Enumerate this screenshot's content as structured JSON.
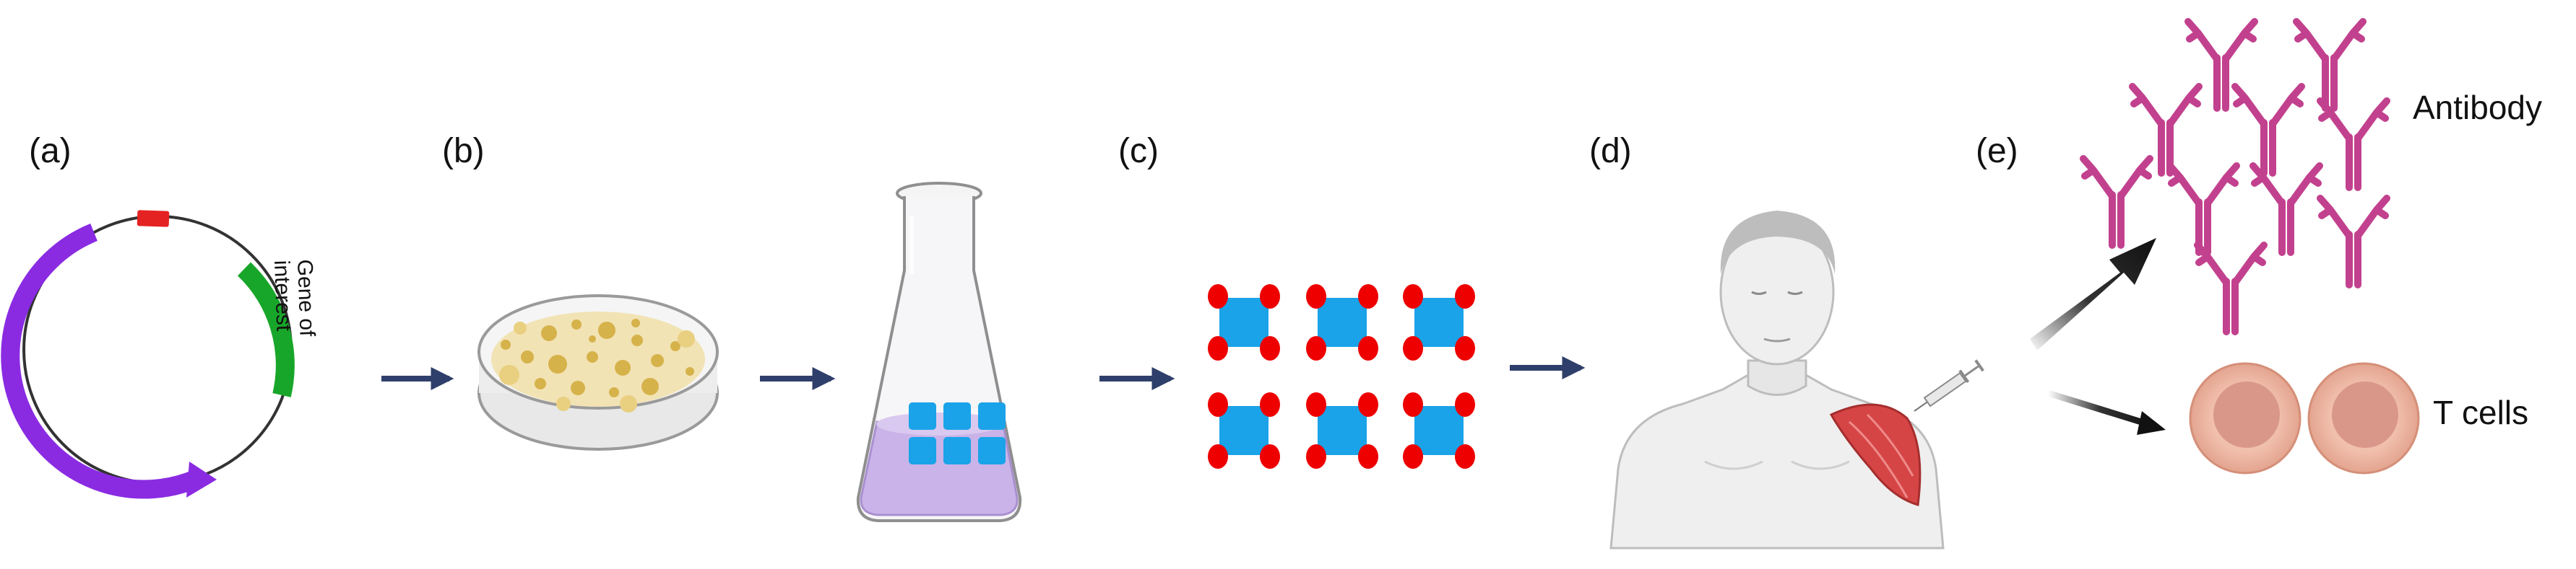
{
  "panels": [
    {
      "id": "a",
      "label": "(a)"
    },
    {
      "id": "b",
      "label": "(b)"
    },
    {
      "id": "c",
      "label": "(c)"
    },
    {
      "id": "d",
      "label": "(d)"
    },
    {
      "id": "e",
      "label": "(e)"
    }
  ],
  "plasmid": {
    "gene_label_line1": "Gene of",
    "gene_label_line2": "interest"
  },
  "outputs": {
    "antibody_label": "Antibody",
    "tcells_label": "T cells"
  },
  "colors": {
    "arrow": "#2f3f6b",
    "plasmid_backbone": "#8a2be2",
    "gene": "#18a62a",
    "promoter": "#e52222",
    "antigen_core": "#1aa3e8",
    "antigen_sites": "#ee0000",
    "antibody": "#c2418e",
    "tcell_outer": "#efb7a3",
    "tcell_inner": "#d9978a",
    "medium": "#c9b3e8",
    "muscle": "#d64545",
    "skin": "#efefef",
    "hair": "#bdbdbd"
  }
}
